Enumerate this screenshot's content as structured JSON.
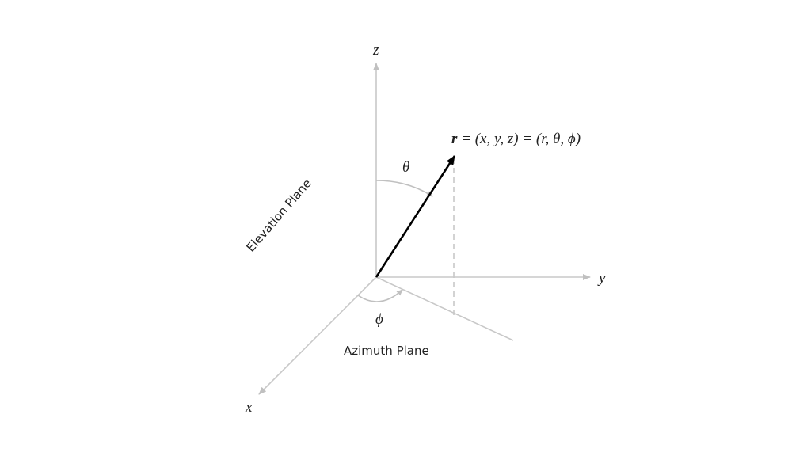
{
  "axes": {
    "z_label": "z⃗",
    "y_label": "y⃗",
    "x_label": "x⃗"
  },
  "vector": {
    "r_symbol": "r",
    "equation": " = (x, y, z) = (r, θ, ϕ)"
  },
  "angles": {
    "theta": "θ",
    "phi": "ϕ"
  },
  "planes": {
    "elevation": "Elevation Plane",
    "azimuth": "Azimuth Plane"
  },
  "colors": {
    "axis": "#c8c8c8",
    "vector": "#000000",
    "text": "#222222"
  }
}
